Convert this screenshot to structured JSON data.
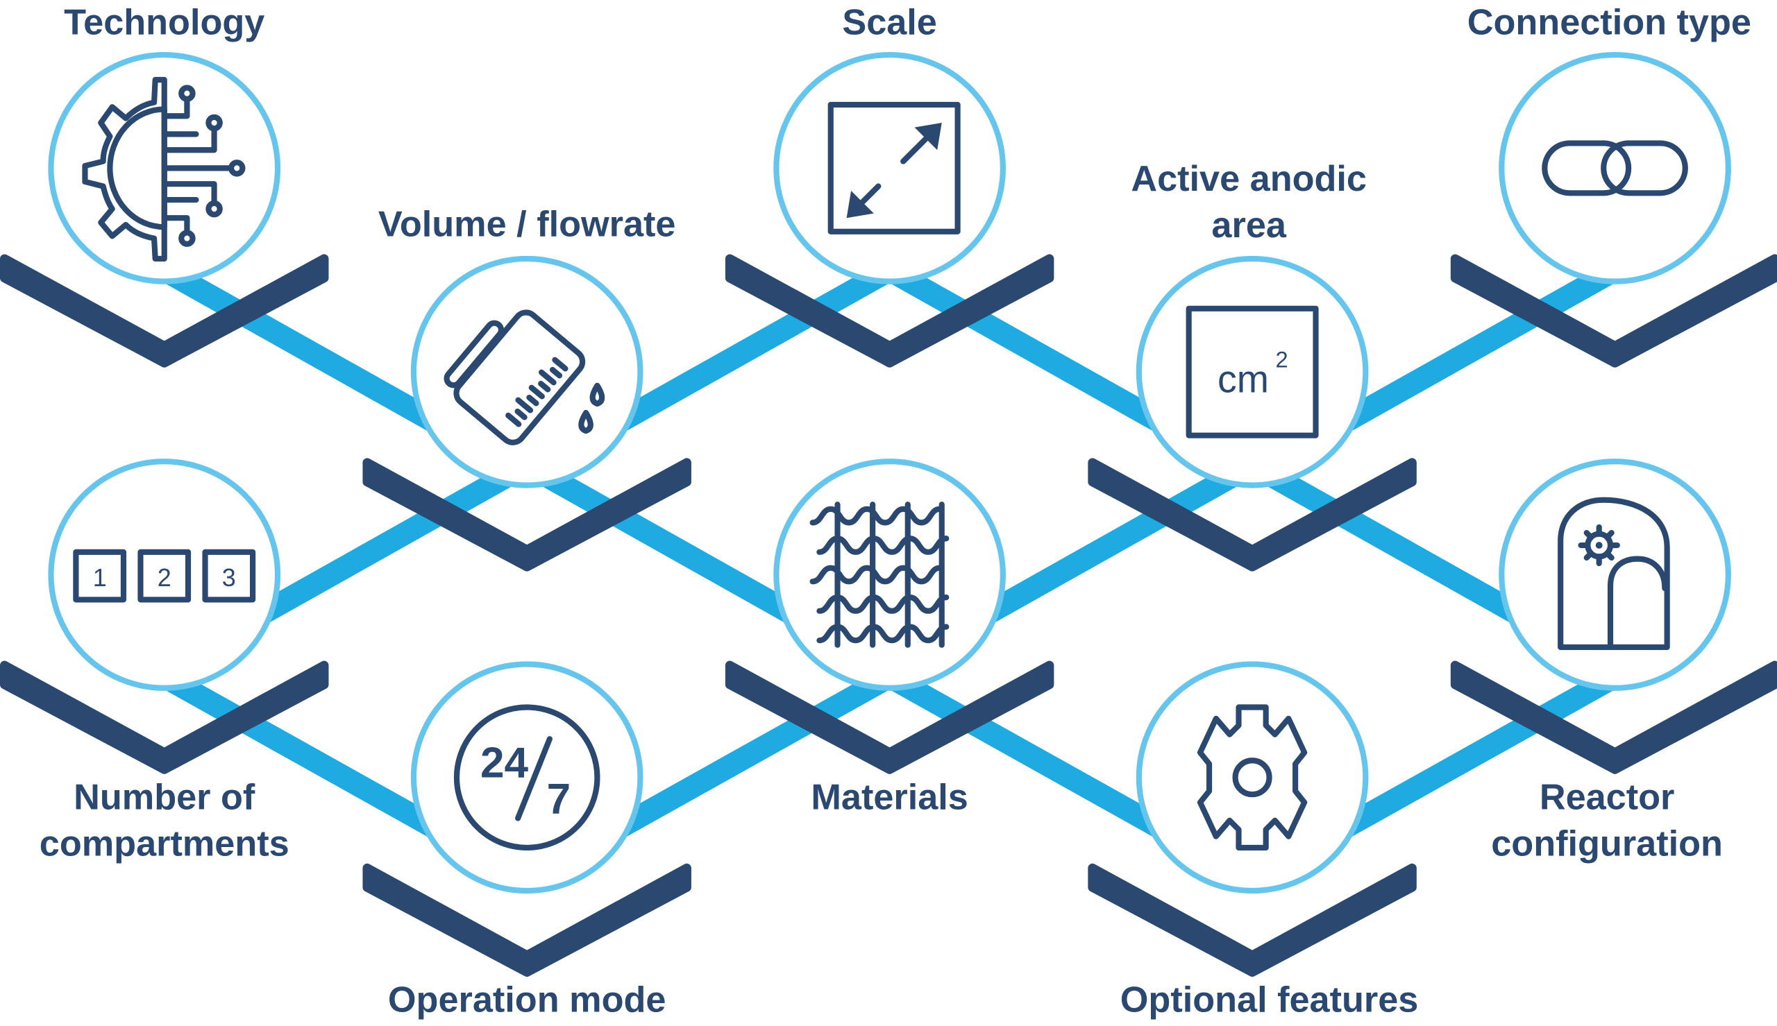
{
  "colors": {
    "navy": "#2a4870",
    "ring": "#66c5ec",
    "link": "#1fabe2"
  },
  "nodes": {
    "technology": {
      "label": "Technology",
      "icon": "gear-circuit-icon"
    },
    "volume": {
      "label": "Volume / flowrate",
      "icon": "pouring-beaker-icon"
    },
    "scale": {
      "label": "Scale",
      "icon": "resize-arrows-icon"
    },
    "active_area": {
      "label_line1": "Active anodic",
      "label_line2": "area",
      "icon": "area-square-icon",
      "icon_text": "cm",
      "icon_sup": "2"
    },
    "connection": {
      "label": "Connection type",
      "icon": "chain-link-icon"
    },
    "compartments": {
      "label_line1": "Number of",
      "label_line2": "compartments",
      "icon": "numbered-boxes-icon",
      "boxes": [
        "1",
        "2",
        "3"
      ]
    },
    "operation": {
      "label": "Operation mode",
      "icon": "clock-24-7-icon",
      "icon_text_a": "24",
      "icon_text_b": "7"
    },
    "materials": {
      "label": "Materials",
      "icon": "woven-mesh-icon"
    },
    "optional": {
      "label": "Optional features",
      "icon": "gear-icon"
    },
    "reactor": {
      "label_line1": "Reactor",
      "label_line2": "configuration",
      "icon": "reactor-arch-icon"
    }
  }
}
